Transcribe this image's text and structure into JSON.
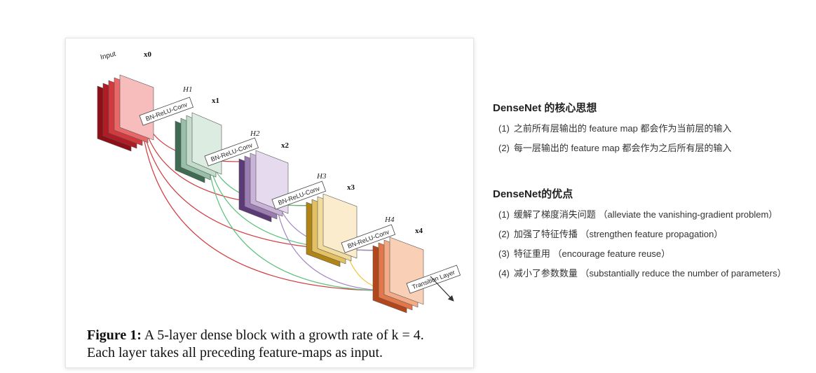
{
  "figure": {
    "caption_label": "Figure 1:",
    "caption_text": "A 5-layer dense block with a growth rate of k = 4.",
    "caption_line2": "Each layer takes all preceding feature-maps as input.",
    "input_label": "Input",
    "conv_label": "BN-ReLU-Conv",
    "transition_label": "Transition Layer",
    "h_labels": [
      "H1",
      "H2",
      "H3",
      "H4"
    ],
    "x_labels": [
      "x0",
      "x1",
      "x2",
      "x3",
      "x4"
    ],
    "layer_colors": [
      [
        "#8f0f17",
        "#b01c25",
        "#d23a3d",
        "#e96767",
        "#f7bcbc"
      ],
      [
        "#3e6b51",
        "#98bfa7",
        "#c2dcc9",
        "#dcece1"
      ],
      [
        "#5c3977",
        "#9c7db2",
        "#c9b3d9",
        "#e6daee"
      ],
      [
        "#b08415",
        "#e3c061",
        "#f1dc9e",
        "#faeccc"
      ],
      [
        "#b3461a",
        "#e2784a",
        "#f2ab86",
        "#f9cfb6"
      ]
    ],
    "arrow_colors": [
      "#d23a3d",
      "#5cc27d",
      "#a585c0",
      "#f0c330"
    ]
  },
  "notes": {
    "title_core": "DenseNet 的核心思想",
    "core_items": [
      {
        "num": "(1)",
        "text": "之前所有层输出的 feature map 都会作为当前层的输入"
      },
      {
        "num": "(2)",
        "text": "每一层输出的 feature map 都会作为之后所有层的输入"
      }
    ],
    "title_adv": "DenseNet的优点",
    "adv_items": [
      {
        "num": "(1)",
        "text": "缓解了梯度消失问题 （alleviate the vanishing-gradient problem）"
      },
      {
        "num": "(2)",
        "text": "加强了特征传播 （strengthen feature propagation）"
      },
      {
        "num": "(3)",
        "text": "特征重用 （encourage feature reuse）"
      },
      {
        "num": "(4)",
        "text": "减小了参数数量 （substantially reduce the number of parameters）"
      }
    ]
  }
}
